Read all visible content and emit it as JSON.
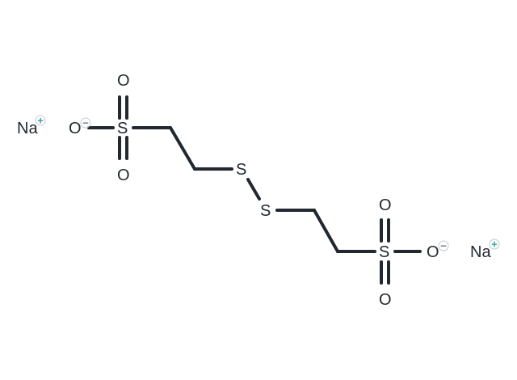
{
  "molecule": {
    "atoms": {
      "na_left": "Na",
      "o_left_anion": "O",
      "s_left": "S",
      "o_left_top": "O",
      "o_left_bottom": "O",
      "s_bridge_1": "S",
      "s_bridge_2": "S",
      "s_right": "S",
      "o_right_top": "O",
      "o_right_bottom": "O",
      "o_right_anion": "O",
      "na_right": "Na"
    },
    "charges": {
      "na_left_plus": "+",
      "o_left_minus": "−",
      "o_right_minus": "−",
      "na_right_plus": "+"
    }
  },
  "colors": {
    "bond": "#222831",
    "atom_text": "#222831",
    "plus_sign": "#2aa7a7",
    "minus_sign": "#6b7c8f",
    "charge_ring": "#c8c8c8"
  }
}
